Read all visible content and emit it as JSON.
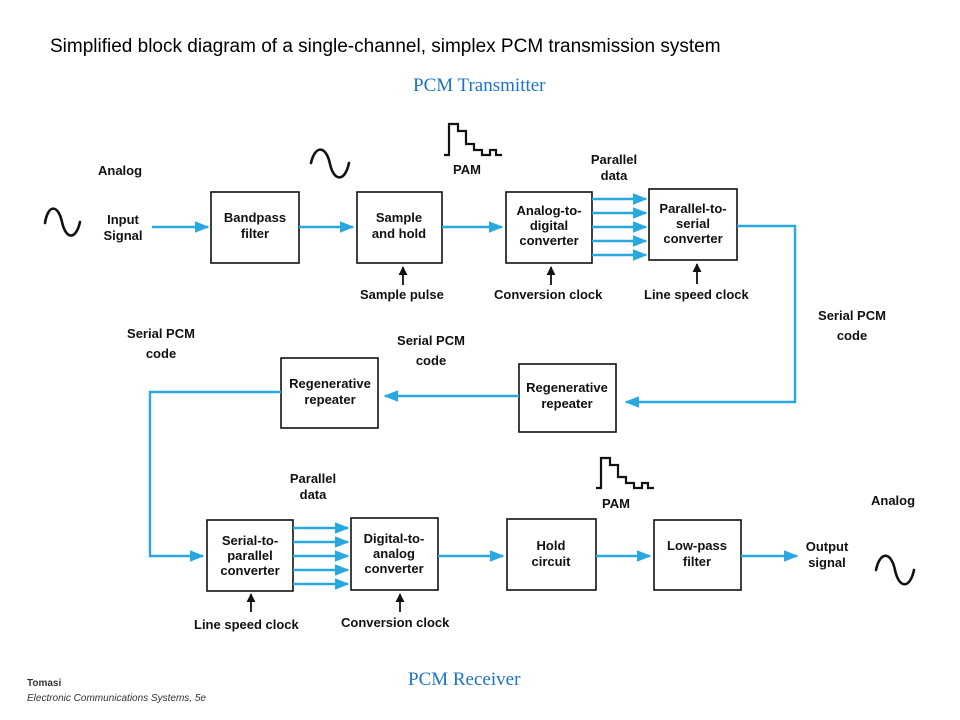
{
  "title": "Simplified block diagram of a single-channel, simplex PCM transmission system",
  "sections": {
    "transmitter": "PCM Transmitter",
    "receiver": "PCM Receiver"
  },
  "blocks": {
    "bandpass_filter": [
      "Bandpass",
      "filter"
    ],
    "sample_hold": [
      "Sample",
      "and hold"
    ],
    "adc": [
      "Analog-to-",
      "digital",
      "converter"
    ],
    "parallel_to_serial": [
      "Parallel-to-",
      "serial",
      "converter"
    ],
    "repeater_right": [
      "Regenerative",
      "repeater"
    ],
    "repeater_left": [
      "Regenerative",
      "repeater"
    ],
    "serial_to_parallel": [
      "Serial-to-",
      "parallel",
      "converter"
    ],
    "dac": [
      "Digital-to-",
      "analog",
      "converter"
    ],
    "hold_circuit": [
      "Hold",
      "circuit"
    ],
    "lowpass_filter": [
      "Low-pass",
      "filter"
    ]
  },
  "labels": {
    "analog_in": "Analog",
    "input_signal": [
      "Input",
      "Signal"
    ],
    "pam_tx": "PAM",
    "parallel_data_tx": [
      "Parallel",
      "data"
    ],
    "sample_pulse": "Sample pulse",
    "conversion_clock_tx": "Conversion clock",
    "line_speed_clock_tx": "Line speed clock",
    "serial_pcm_right": [
      "Serial PCM",
      "code"
    ],
    "serial_pcm_middle": [
      "Serial PCM",
      "code"
    ],
    "serial_pcm_left": [
      "Serial PCM",
      "code"
    ],
    "parallel_data_rx": [
      "Parallel",
      "data"
    ],
    "pam_rx": "PAM",
    "analog_out": "Analog",
    "output_signal": [
      "Output",
      "signal"
    ],
    "line_speed_clock_rx": "Line speed clock",
    "conversion_clock_rx": "Conversion clock"
  },
  "credit": {
    "author": "Tomasi",
    "book": "Electronic Communications Systems, 5e"
  },
  "colors": {
    "signal_wire": "#29a8e0",
    "section_title": "#1a73c8",
    "block_stroke": "#111111"
  }
}
